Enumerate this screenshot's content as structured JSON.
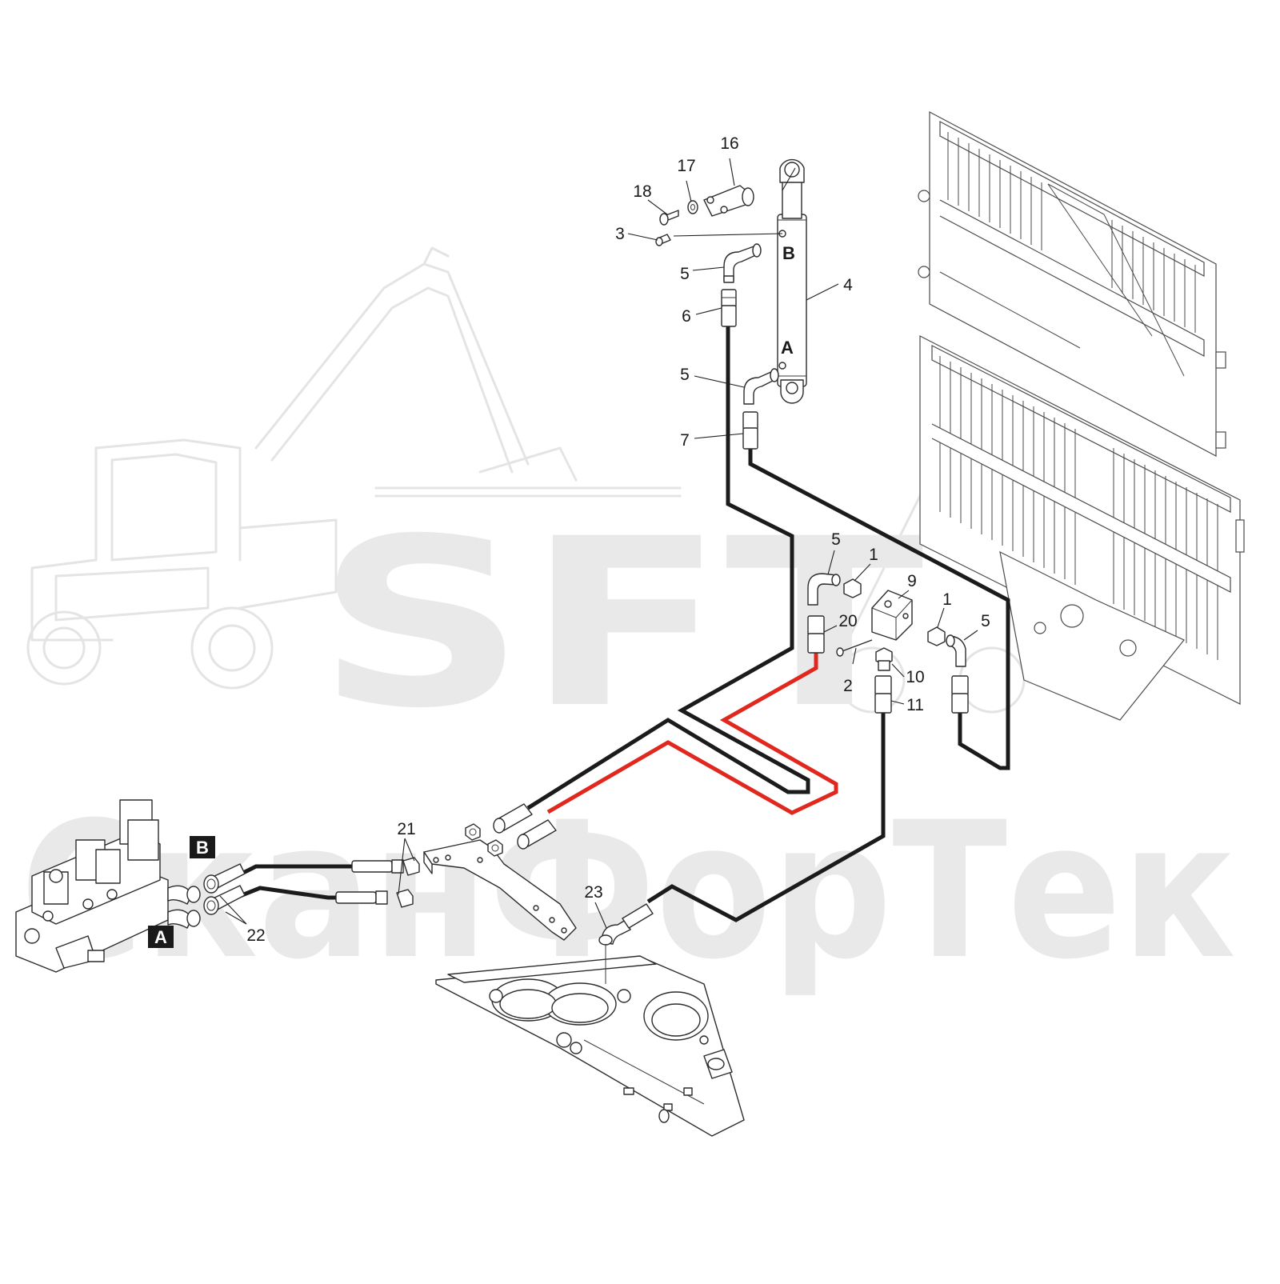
{
  "watermark": {
    "brand": "SFT",
    "company": "СканФорТек",
    "illustration": "loader-tractor-outline"
  },
  "ports": {
    "cylinder_b": "B",
    "cylinder_a": "A",
    "valve_b": "B",
    "valve_a": "A"
  },
  "callouts": {
    "c16": "16",
    "c17": "17",
    "c18": "18",
    "c3": "3",
    "c5_top": "5",
    "c4": "4",
    "c6": "6",
    "c5_mid": "5",
    "c7": "7",
    "c5_block_left": "5",
    "c1_left": "1",
    "c9": "9",
    "c1_right": "1",
    "c5_right": "5",
    "c20": "20",
    "c10": "10",
    "c2": "2",
    "c11": "11",
    "c21": "21",
    "c22": "22",
    "c23": "23"
  },
  "colors": {
    "hose": "#1b1b1b",
    "hose_highlight": "#e0281e",
    "watermark": "#e9e9e9"
  }
}
